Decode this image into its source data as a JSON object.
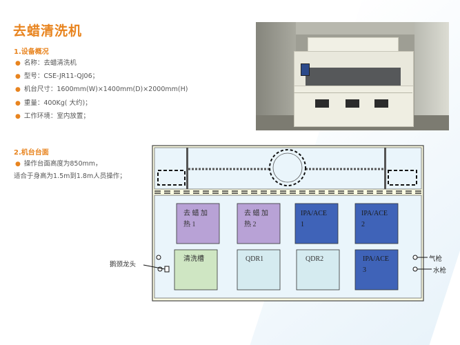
{
  "page": {
    "title": "去蜡清洗机"
  },
  "overview": {
    "heading": "1.设备概况",
    "items": [
      "名称：去蜡清洗机",
      "型号：CSE-JR11-QJ06；",
      "机台尺寸：1600mm(W)×1400mm(D)×2000mm(H)",
      "重量：400Kg( 大约)；",
      "工作环境：室内放置；"
    ]
  },
  "table_section": {
    "heading": "2.机台台面",
    "line1": "操作台面高度为850mm，",
    "line2": "适合于身高为1.5m到1.8m人员操作；"
  },
  "layout_diagram": {
    "tanks_top": [
      {
        "label": "去 蜡 加\n热 1",
        "color": "#b8a2d6"
      },
      {
        "label": "去 蜡 加\n热 2",
        "color": "#b8a2d6"
      },
      {
        "label": "IPA/ACE\n1",
        "color": "#3f63b8"
      },
      {
        "label": "IPA/ACE\n2",
        "color": "#3f63b8"
      }
    ],
    "tanks_bottom": [
      {
        "label": "清洗槽",
        "color": "#cfe6c3"
      },
      {
        "label": "QDR1",
        "color": "#d5ebf0"
      },
      {
        "label": "QDR2",
        "color": "#d5ebf0"
      },
      {
        "label": "IPA/ACE\n3",
        "color": "#3f63b8"
      }
    ],
    "left_label": "鹅颈龙头",
    "right_labels": [
      "气枪",
      "水枪"
    ]
  }
}
